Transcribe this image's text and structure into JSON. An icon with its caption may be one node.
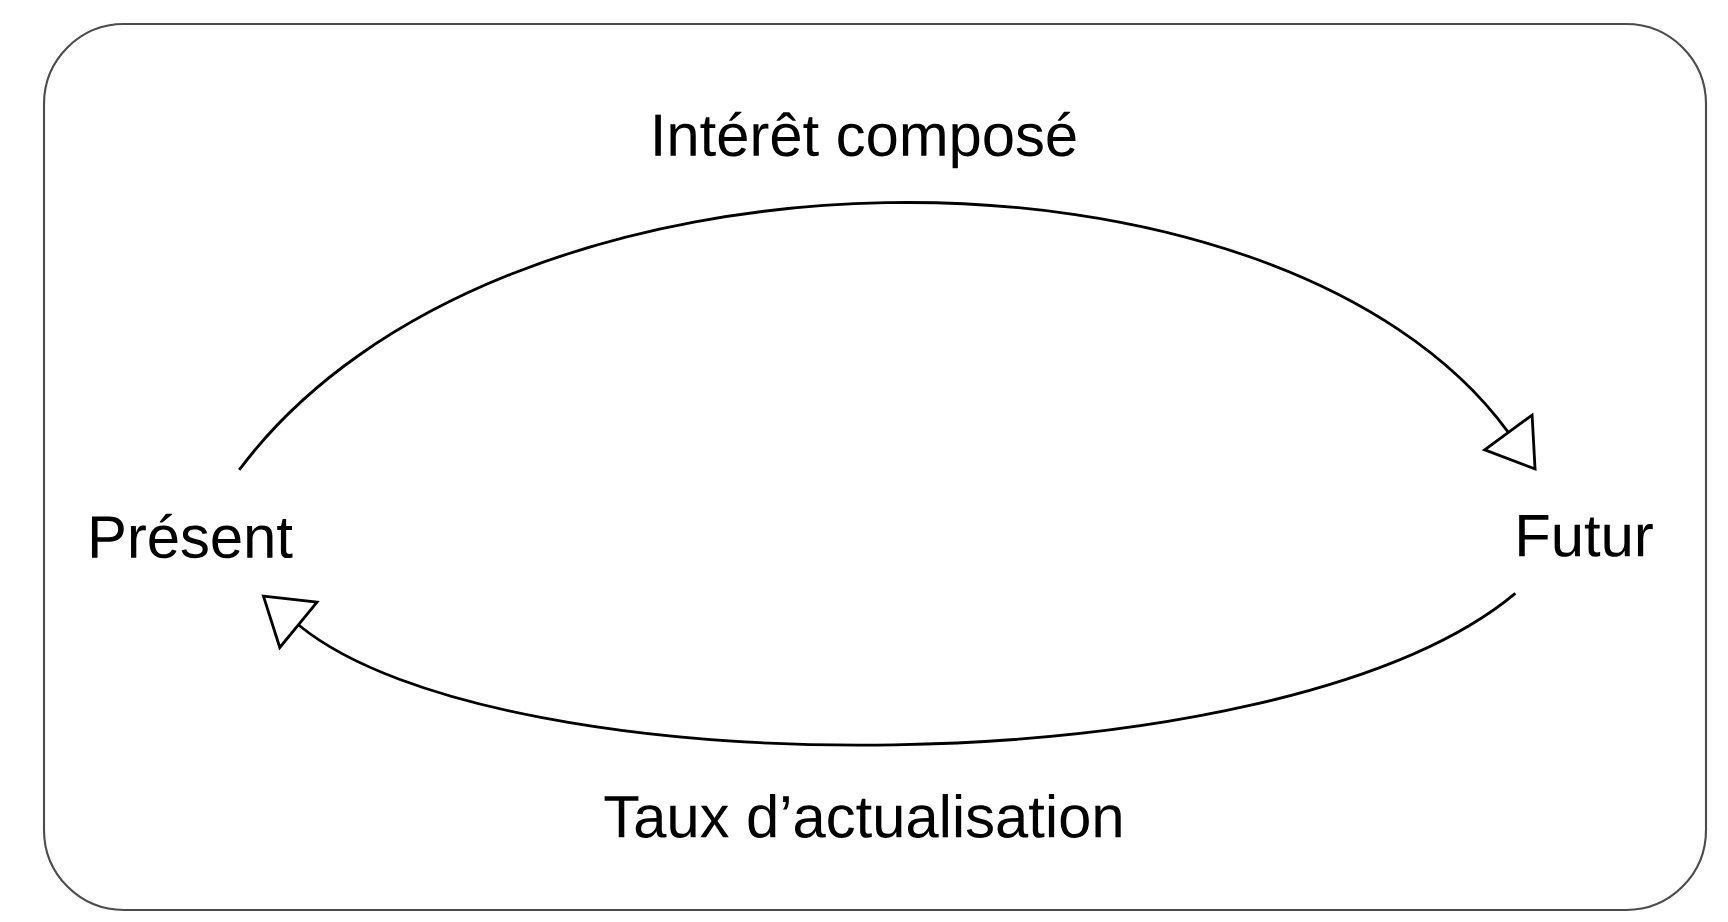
{
  "diagram": {
    "nodes": [
      {
        "text": [
          "Présent"
        ]
      },
      {
        "text": [
          "Futur"
        ]
      }
    ],
    "edges": [
      {
        "from": 0,
        "to": 1,
        "arrow": "to",
        "label": "Intérêt composé"
      },
      {
        "from": 1,
        "to": 0,
        "arrow": "to",
        "label": "Taux d’actualisation"
      }
    ]
  }
}
